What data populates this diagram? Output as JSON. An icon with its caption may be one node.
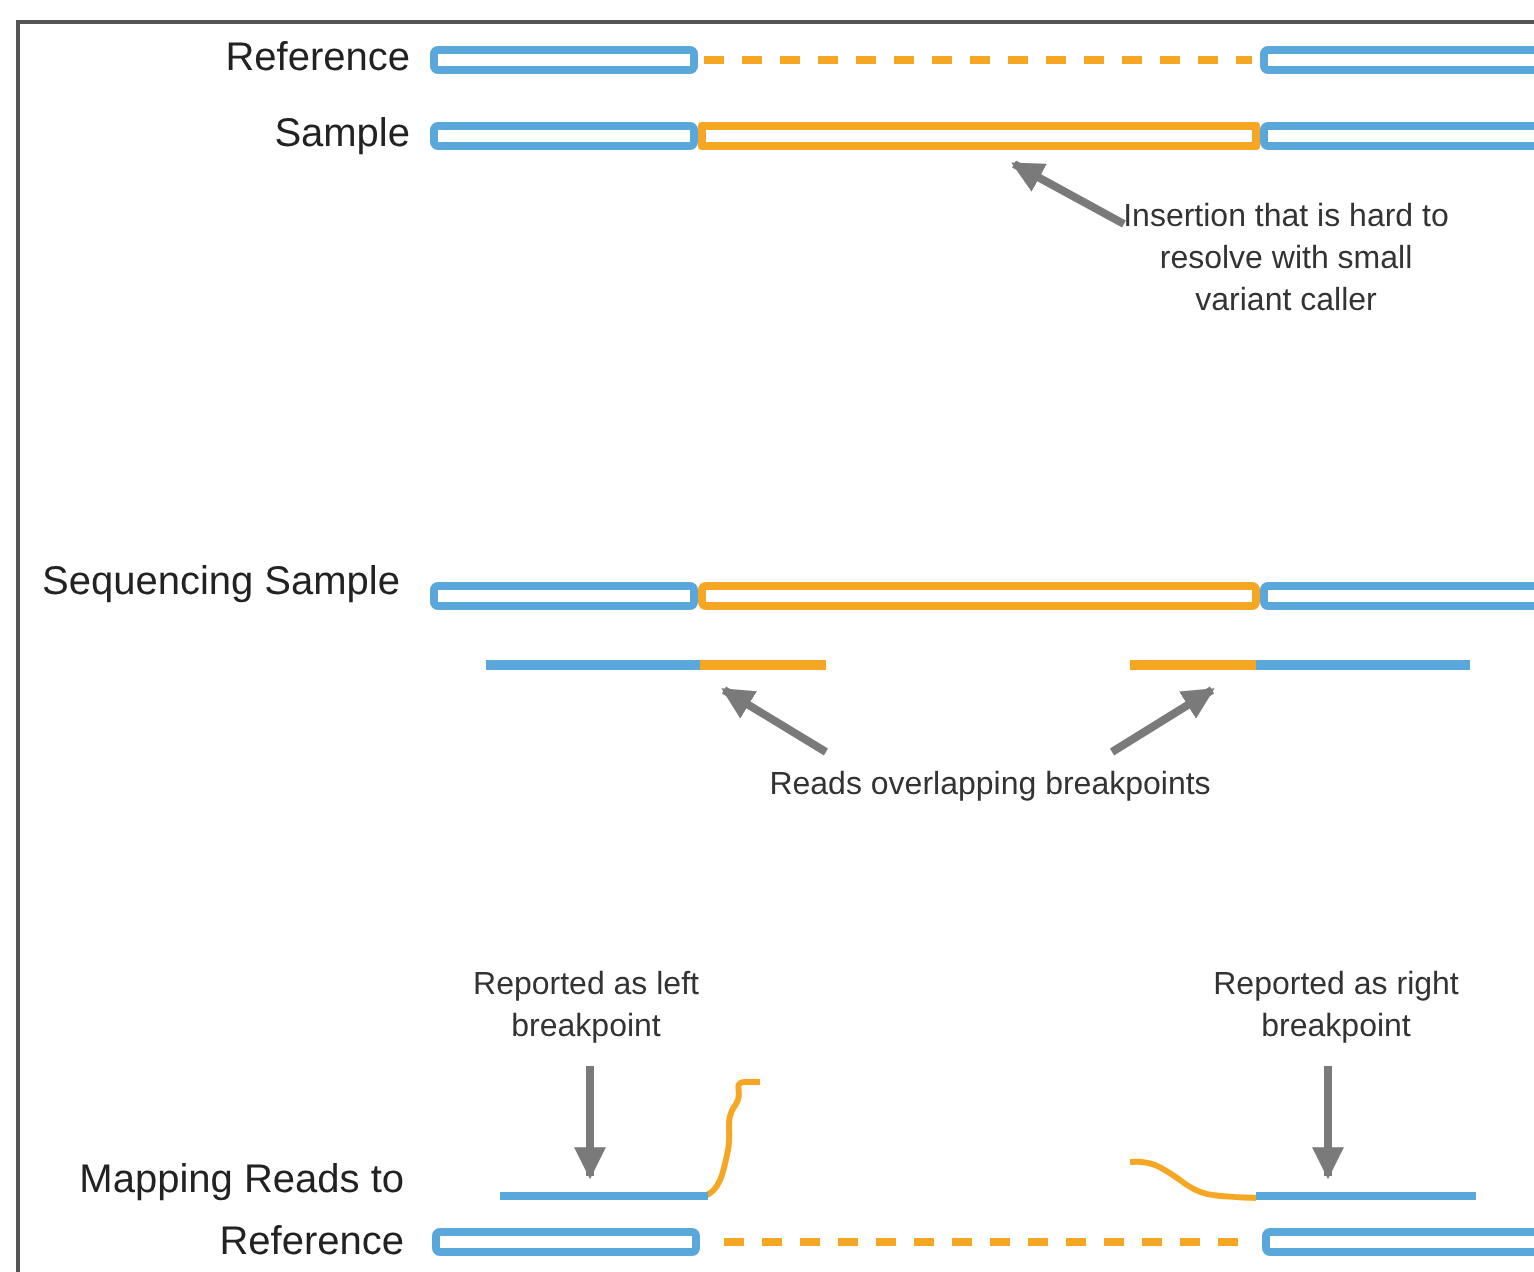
{
  "diagram": {
    "nodes": [
      {
        "text": [
          "Insertion that is hard to resolve with small variant caller"
        ]
      },
      {
        "text": [],
        "shape": "box"
      },
      {
        "text": [
          "Reads overlapping breakpoints"
        ]
      },
      {
        "text": [],
        "shape": "bar"
      },
      {
        "text": [],
        "shape": "bar"
      },
      {
        "text": [
          "Reported as left breakpoint"
        ]
      },
      {
        "text": [],
        "shape": "bar"
      },
      {
        "text": [
          "Reported as right breakpoint"
        ]
      },
      {
        "text": [],
        "shape": "bar"
      }
    ],
    "edges": [
      {
        "from": 0,
        "to": 1,
        "arrow": "to"
      },
      {
        "from": 2,
        "to": 3,
        "arrow": "to"
      },
      {
        "from": 2,
        "to": 4,
        "arrow": "to"
      },
      {
        "from": 5,
        "to": 6,
        "arrow": "to"
      },
      {
        "from": 7,
        "to": 8,
        "arrow": "to"
      }
    ],
    "labels": [
      "Reference",
      "Sample",
      "Sequencing Sample",
      "Mapping Reads to Reference"
    ]
  }
}
